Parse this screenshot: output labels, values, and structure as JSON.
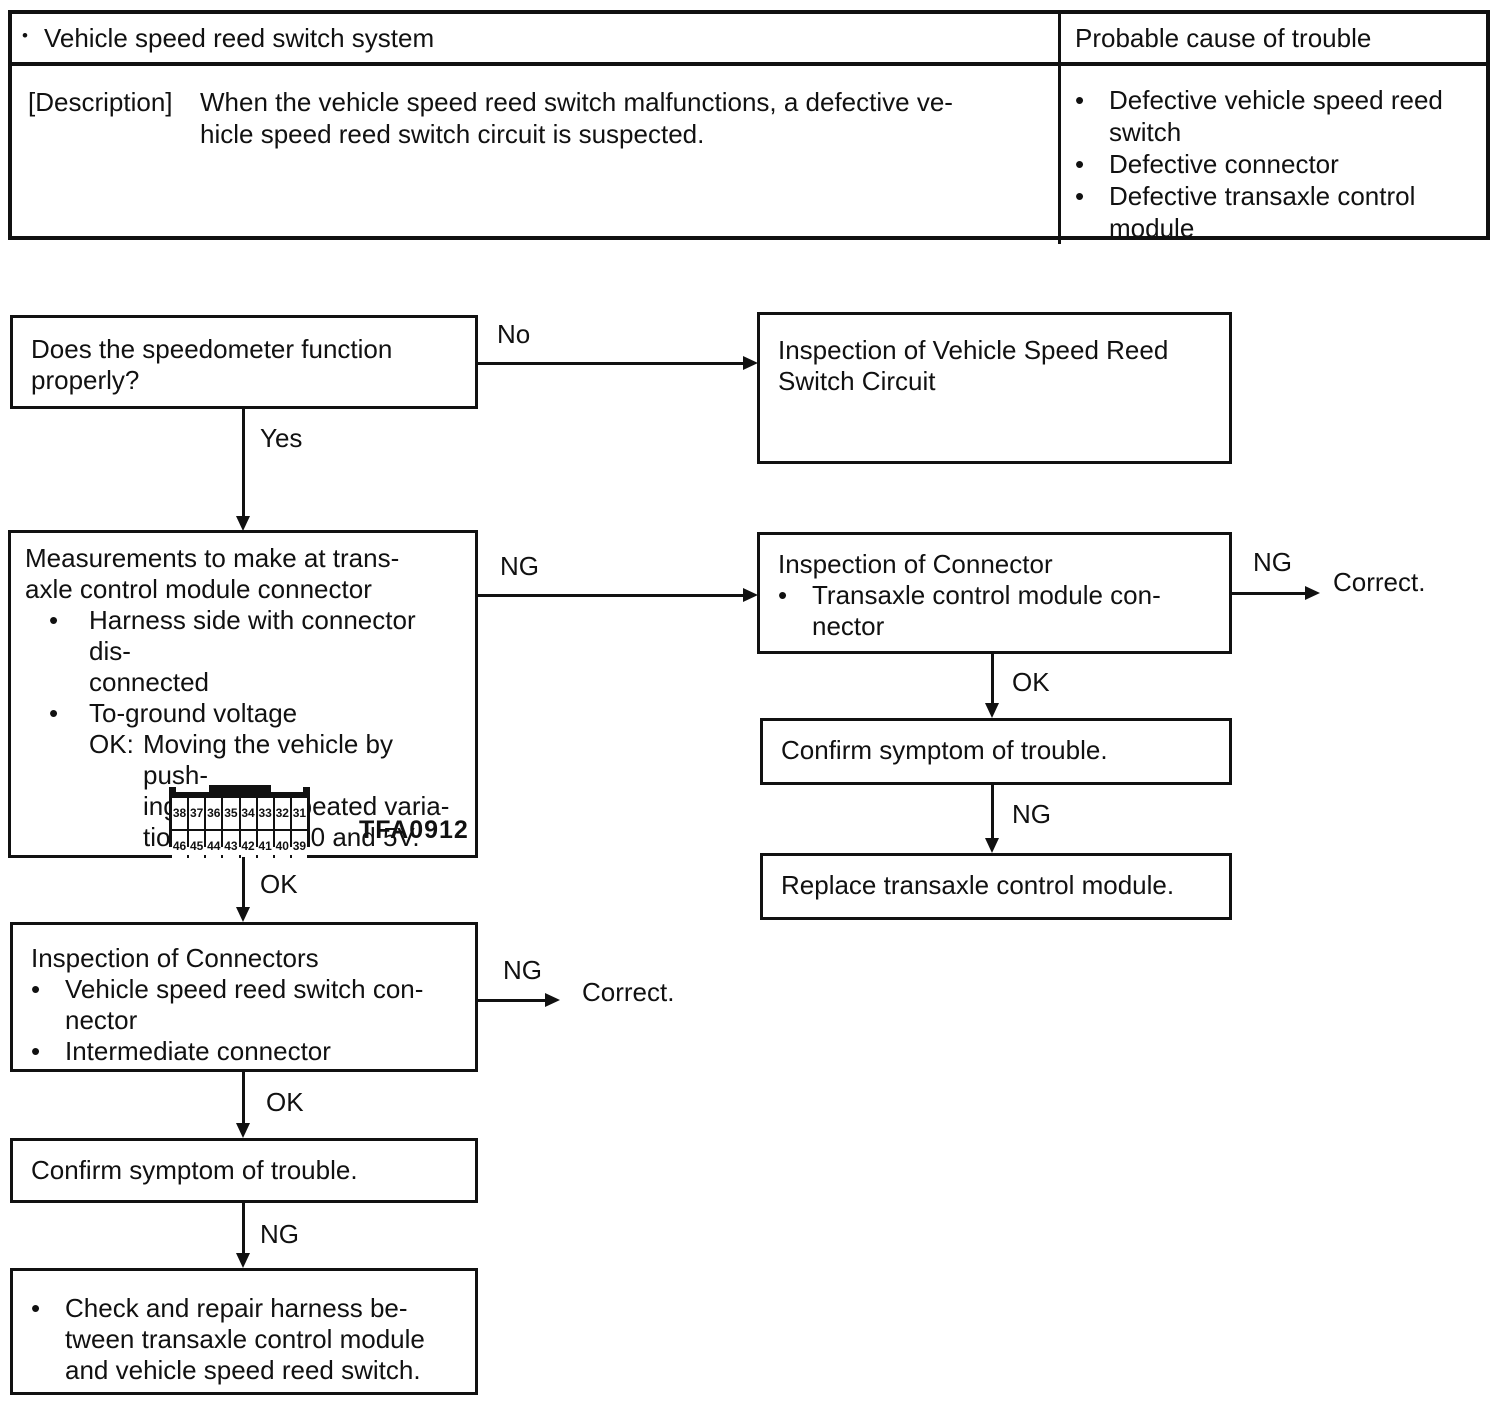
{
  "colors": {
    "ink": "#111111",
    "paper": "#ffffff"
  },
  "table": {
    "header_bullet": "•",
    "title": "Vehicle speed reed switch system",
    "cause_header": "Probable cause of trouble",
    "description_label": "[Description]",
    "description_text": "When the vehicle speed reed switch malfunctions, a defective ve-\nhicle speed reed switch circuit is suspected.",
    "causes": [
      "Defective vehicle speed reed\nswitch",
      "Defective connector",
      "Defective transaxle control\nmodule"
    ]
  },
  "labels": {
    "no": "No",
    "yes": "Yes",
    "ng": "NG",
    "ok": "OK",
    "correct": "Correct.",
    "bullet": "•"
  },
  "flow": {
    "speedometer_question": "Does the speedometer function\nproperly?",
    "circuit_inspection": "Inspection of Vehicle Speed Reed\nSwitch Circuit",
    "measurements": {
      "title": "Measurements to make at trans-\naxle control module connector",
      "bullets": [
        "Harness side with connector dis-\nconnected",
        "To-ground voltage"
      ],
      "ok_prefix": "OK:",
      "ok_text": "Moving the vehicle by push-\ning causes repeated varia-\ntions between 0 and 5V.",
      "connector": {
        "top_row": [
          "38",
          "37",
          "36",
          "35",
          "34",
          "33",
          "32",
          "31"
        ],
        "bottom_row": [
          "46",
          "45",
          "44",
          "43",
          "42",
          "41",
          "40",
          "39"
        ],
        "figure_id": "TFA0912"
      }
    },
    "connector_inspection": {
      "title": "Inspection of Connector",
      "bullets": [
        "Transaxle control module con-\nnector"
      ]
    },
    "confirm_symptom_right": "Confirm symptom of trouble.",
    "replace_module": "Replace transaxle control module.",
    "connectors_inspection": {
      "title": "Inspection of Connectors",
      "bullets": [
        "Vehicle speed reed switch con-\nnector",
        "Intermediate connector"
      ]
    },
    "confirm_symptom_left": "Confirm symptom of trouble.",
    "repair_harness": {
      "bullets": [
        "Check and repair harness be-\ntween transaxle control module\nand vehicle speed reed switch."
      ]
    }
  }
}
